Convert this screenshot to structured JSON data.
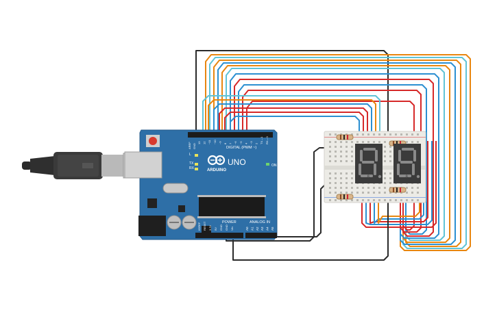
{
  "board": {
    "brand": "ARDUINO",
    "model": "UNO",
    "on_label": "ON",
    "led_l": "L",
    "led_tx": "TX",
    "led_rx": "RX",
    "digital_header": "DIGITAL (PWM ~)",
    "analog_header": "ANALOG IN",
    "power_header": "POWER",
    "aref_label": "AREF",
    "gnd_label": "GND",
    "digital_pins": [
      "13",
      "12",
      "~11",
      "~10",
      "~9",
      "8",
      "7",
      "~6",
      "~5",
      "4",
      "~3",
      "2",
      "TX→1",
      "RX←0"
    ],
    "power_pins": [
      "IOREF",
      "RESET",
      "3.3V",
      "5V",
      "GND",
      "GND",
      "Vin"
    ],
    "analog_pins": [
      "A0",
      "A1",
      "A2",
      "A3",
      "A4",
      "A5"
    ]
  },
  "displays": {
    "left_digit": "8.",
    "right_digit": "8."
  },
  "colors": {
    "board": "#2e6fa7",
    "wire_red": "#d62828",
    "wire_orange": "#e8860f",
    "wire_blue": "#2b8fd1",
    "wire_cyan": "#5fc3d6",
    "wire_black": "#2a2a2a",
    "breadboard": "#ecebe6",
    "display_body": "#3b3b3b",
    "segment_off": "#8a8a8a"
  },
  "icons": [
    "usb-plug-icon",
    "reset-button-icon",
    "arduino-logo-icon"
  ]
}
